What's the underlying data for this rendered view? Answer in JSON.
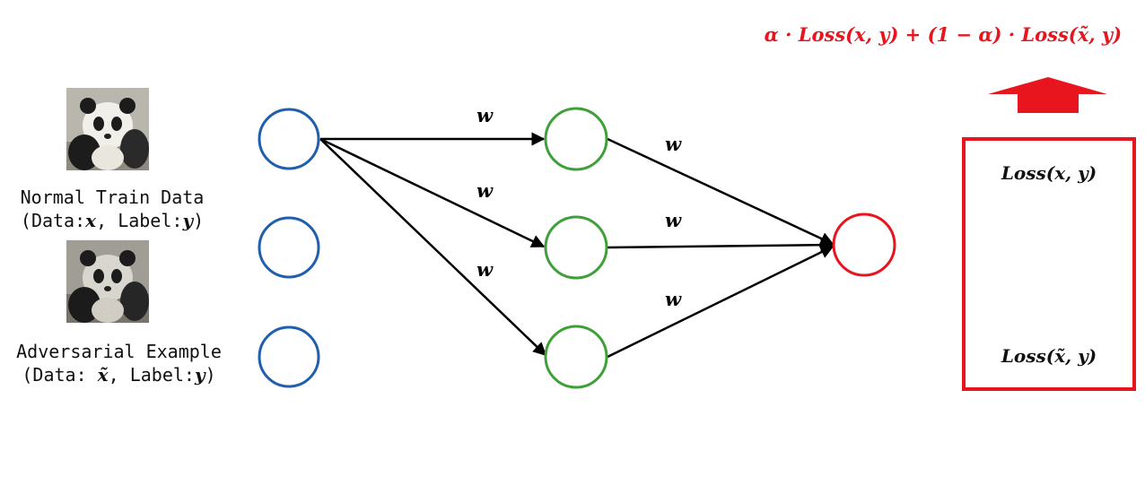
{
  "images": {
    "normal_panda": "panda-clean-image",
    "adversarial_panda": "panda-noisy-image"
  },
  "captions": {
    "normal": {
      "title": "Normal Train Data",
      "paren_open": "(",
      "data_label": "Data:",
      "data_var": "x",
      "comma": ", ",
      "label_label": "Label:",
      "label_var": "y",
      "paren_close": ")"
    },
    "adversarial": {
      "title": "Adversarial Example",
      "paren_open": "(",
      "data_label": "Data: ",
      "data_var": "x̃",
      "comma": ", ",
      "label_label": "Label:",
      "label_var": "y",
      "paren_close": ")"
    }
  },
  "weights": [
    "w",
    "w",
    "w",
    "w",
    "w",
    "w"
  ],
  "formula": "α · Loss(x, y) + (1 − α) · Loss(x̃, y)",
  "loss_box": {
    "clean_loss": "Loss(x, y)",
    "adv_loss": "Loss(x̃, y)"
  },
  "colors": {
    "input_nodes": "#1f5fad",
    "hidden_nodes": "#3fa03a",
    "output_node": "#e8141e",
    "edges": "#000000",
    "accent": "#e8141e"
  }
}
